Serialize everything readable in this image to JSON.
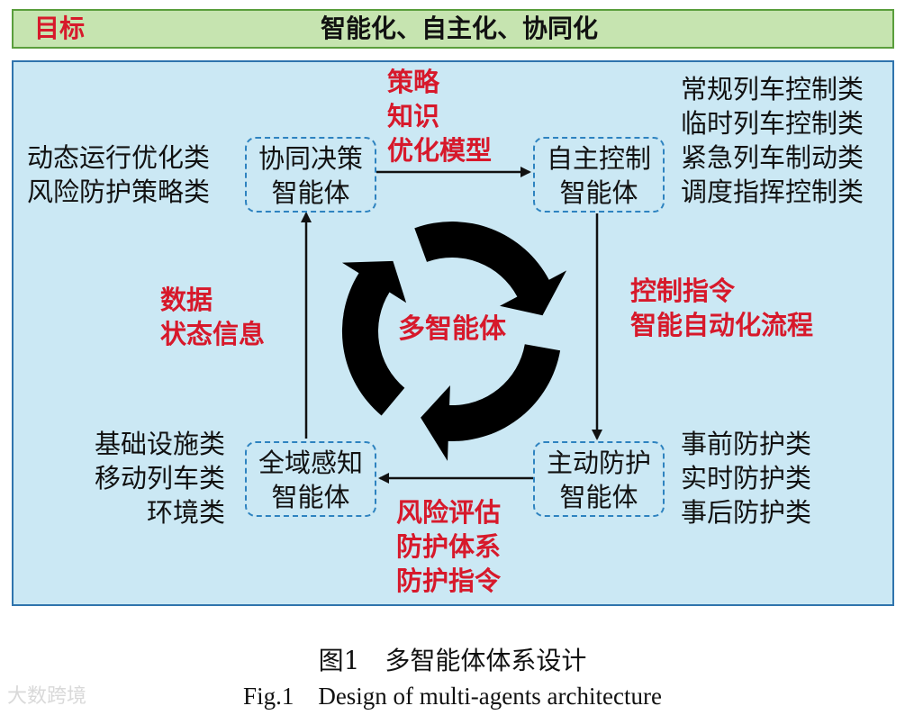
{
  "goal": {
    "label": "目标",
    "text": "智能化、自主化、协同化"
  },
  "agents": {
    "decision": {
      "line1": "协同决策",
      "line2": "智能体"
    },
    "control": {
      "line1": "自主控制",
      "line2": "智能体"
    },
    "protection": {
      "line1": "主动防护",
      "line2": "智能体"
    },
    "perception": {
      "line1": "全域感知",
      "line2": "智能体"
    }
  },
  "center": {
    "label": "多智能体"
  },
  "flows": {
    "decision_to_control": [
      "策略",
      "知识",
      "优化模型"
    ],
    "control_to_protection": [
      "控制指令",
      "智能自动化流程"
    ],
    "protection_to_perception": [
      "风险评估",
      "防护体系",
      "防护指令"
    ],
    "perception_to_decision": [
      "数据",
      "状态信息"
    ]
  },
  "categories": {
    "decision": [
      "动态运行优化类",
      "风险防护策略类"
    ],
    "control": [
      "常规列车控制类",
      "临时列车控制类",
      "紧急列车制动类",
      "调度指挥控制类"
    ],
    "perception": [
      "基础设施类",
      "移动列车类",
      "环境类"
    ],
    "protection": [
      "事前防护类",
      "实时防护类",
      "事后防护类"
    ]
  },
  "caption": {
    "cn": "图1　多智能体体系设计",
    "en": "Fig.1　Design of multi-agents architecture"
  },
  "watermark": "大数跨境",
  "colors": {
    "goal_fill": "#c6e4b0",
    "goal_border": "#5a9e3c",
    "panel_fill": "#cbe8f4",
    "panel_border": "#2f74ad",
    "agent_border": "#2e83c0",
    "accent_red": "#d7192b",
    "cycle_arrow": "#000000"
  },
  "icons": {
    "cycle": "cycle-arrows-icon"
  }
}
